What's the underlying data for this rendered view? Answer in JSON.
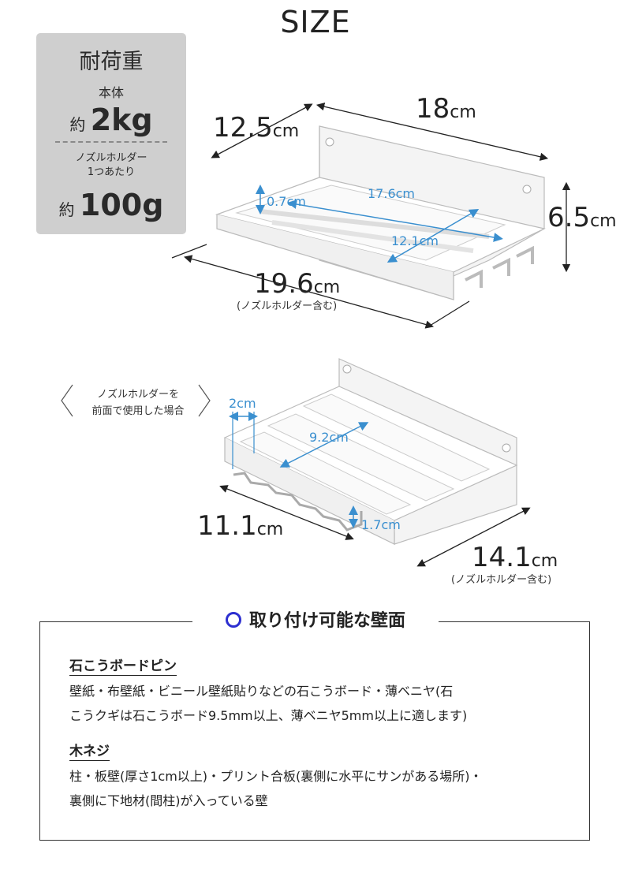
{
  "title": "SIZE",
  "load": {
    "title": "耐荷重",
    "body_label": "本体",
    "body_prefix": "約",
    "body_value": "2kg",
    "nozzle_label_1": "ノズルホルダー",
    "nozzle_label_2": "1つあたり",
    "nozzle_prefix": "約",
    "nozzle_value": "100g"
  },
  "dims_top": {
    "depth": "12.5",
    "depth_unit": "cm",
    "width": "18",
    "width_unit": "cm",
    "height": "6.5",
    "height_unit": "cm",
    "total_width": "19.6",
    "total_width_unit": "cm",
    "total_width_note": "(ノズルホルダー含む)",
    "inner_length": "17.6cm",
    "inner_depth": "12.1cm",
    "lip": "0.7cm"
  },
  "dims_bottom": {
    "callout_1": "ノズルホルダーを",
    "callout_2": "前面で使用した場合",
    "gap": "2cm",
    "inner": "9.2cm",
    "lip": "1.7cm",
    "depth": "11.1",
    "depth_unit": "cm",
    "width": "14.1",
    "width_unit": "cm",
    "width_note": "(ノズルホルダー含む)"
  },
  "mount": {
    "heading": "取り付け可能な壁面",
    "sections": [
      {
        "title": "石こうボードピン",
        "line1": "壁紙・布壁紙・ビニール壁紙貼りなどの石こうボード・薄ベニヤ(石",
        "line2": "こうクギは石こうボード9.5mm以上、薄ベニヤ5mm以上に適します)"
      },
      {
        "title": "木ネジ",
        "line1": "柱・板壁(厚さ1cm以上)・プリント合板(裏側に水平にサンがある場所)・",
        "line2": "裏側に下地材(間柱)が入っている壁"
      }
    ]
  },
  "colors": {
    "accent_blue": "#3a8fcf",
    "circle": "#2d2fd0",
    "box": "#cfcfcf"
  }
}
